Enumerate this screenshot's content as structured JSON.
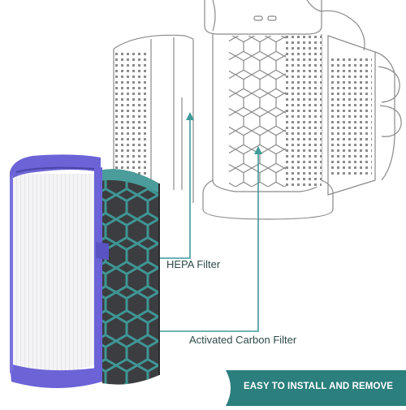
{
  "labels": {
    "hepa": "HEPA Filter",
    "carbon": "Activated Carbon Filter"
  },
  "banner": {
    "text": "EASY TO INSTALL AND REMOVE"
  },
  "colors": {
    "accent": "#3f9a98",
    "banner": "#2b7f7d",
    "purple": "#6b63d6",
    "carbon": "#3b3d40",
    "sketch": "#8a8a8a"
  }
}
